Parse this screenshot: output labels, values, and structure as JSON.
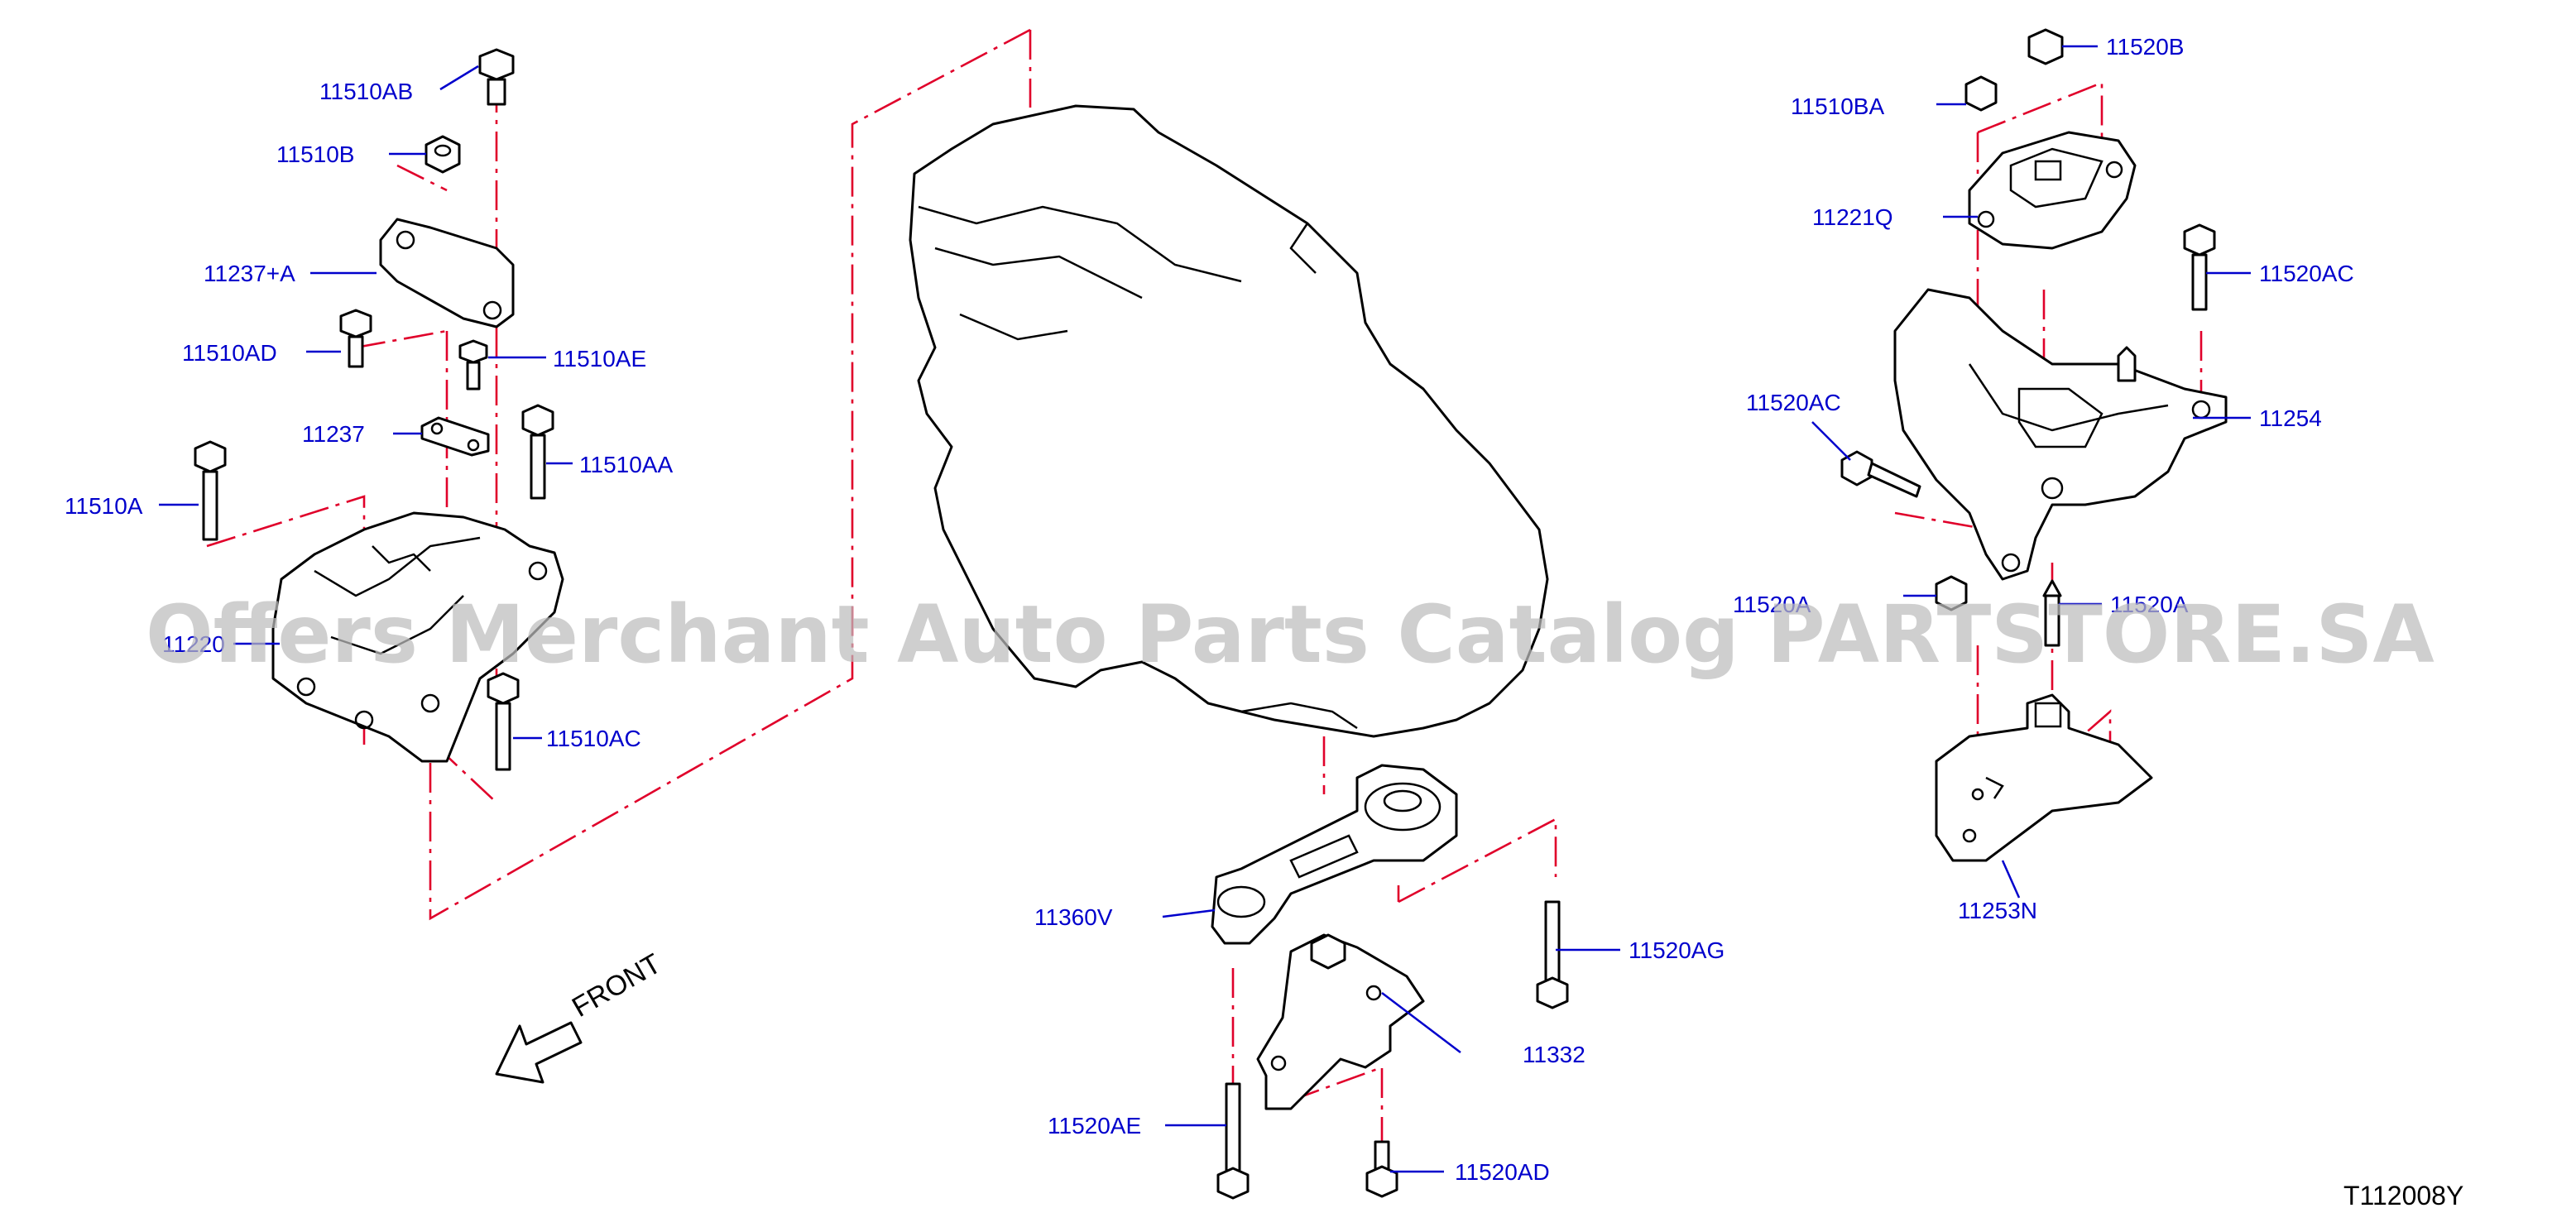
{
  "diagram": {
    "code": "T112008Y",
    "front_label": "FRONT",
    "watermark": "Offers Merchant Auto Parts Catalog PARTSTORE.SA",
    "colors": {
      "label": "#0000cc",
      "centerline": "#e0002a",
      "line": "#000000"
    },
    "labels": {
      "p11510AB": "11510AB",
      "p11510B": "11510B",
      "p11237A": "11237+A",
      "p11510AD": "11510AD",
      "p11510AE": "11510AE",
      "p11237": "11237",
      "p11510AA": "11510AA",
      "p11510A": "11510A",
      "p11220": "11220",
      "p11510AC": "11510AC",
      "p11360V": "11360V",
      "p11520AG": "11520AG",
      "p11332": "11332",
      "p11520AE": "11520AE",
      "p11520AD": "11520AD",
      "p11520B": "11520B",
      "p11510BA": "11510BA",
      "p11221Q": "11221Q",
      "p11520AC_top": "11520AC",
      "p11520AC_side": "11520AC",
      "p11254": "11254",
      "p11520A": "11520A",
      "p11520A_right": "11520A",
      "p11253N": "11253N"
    }
  }
}
